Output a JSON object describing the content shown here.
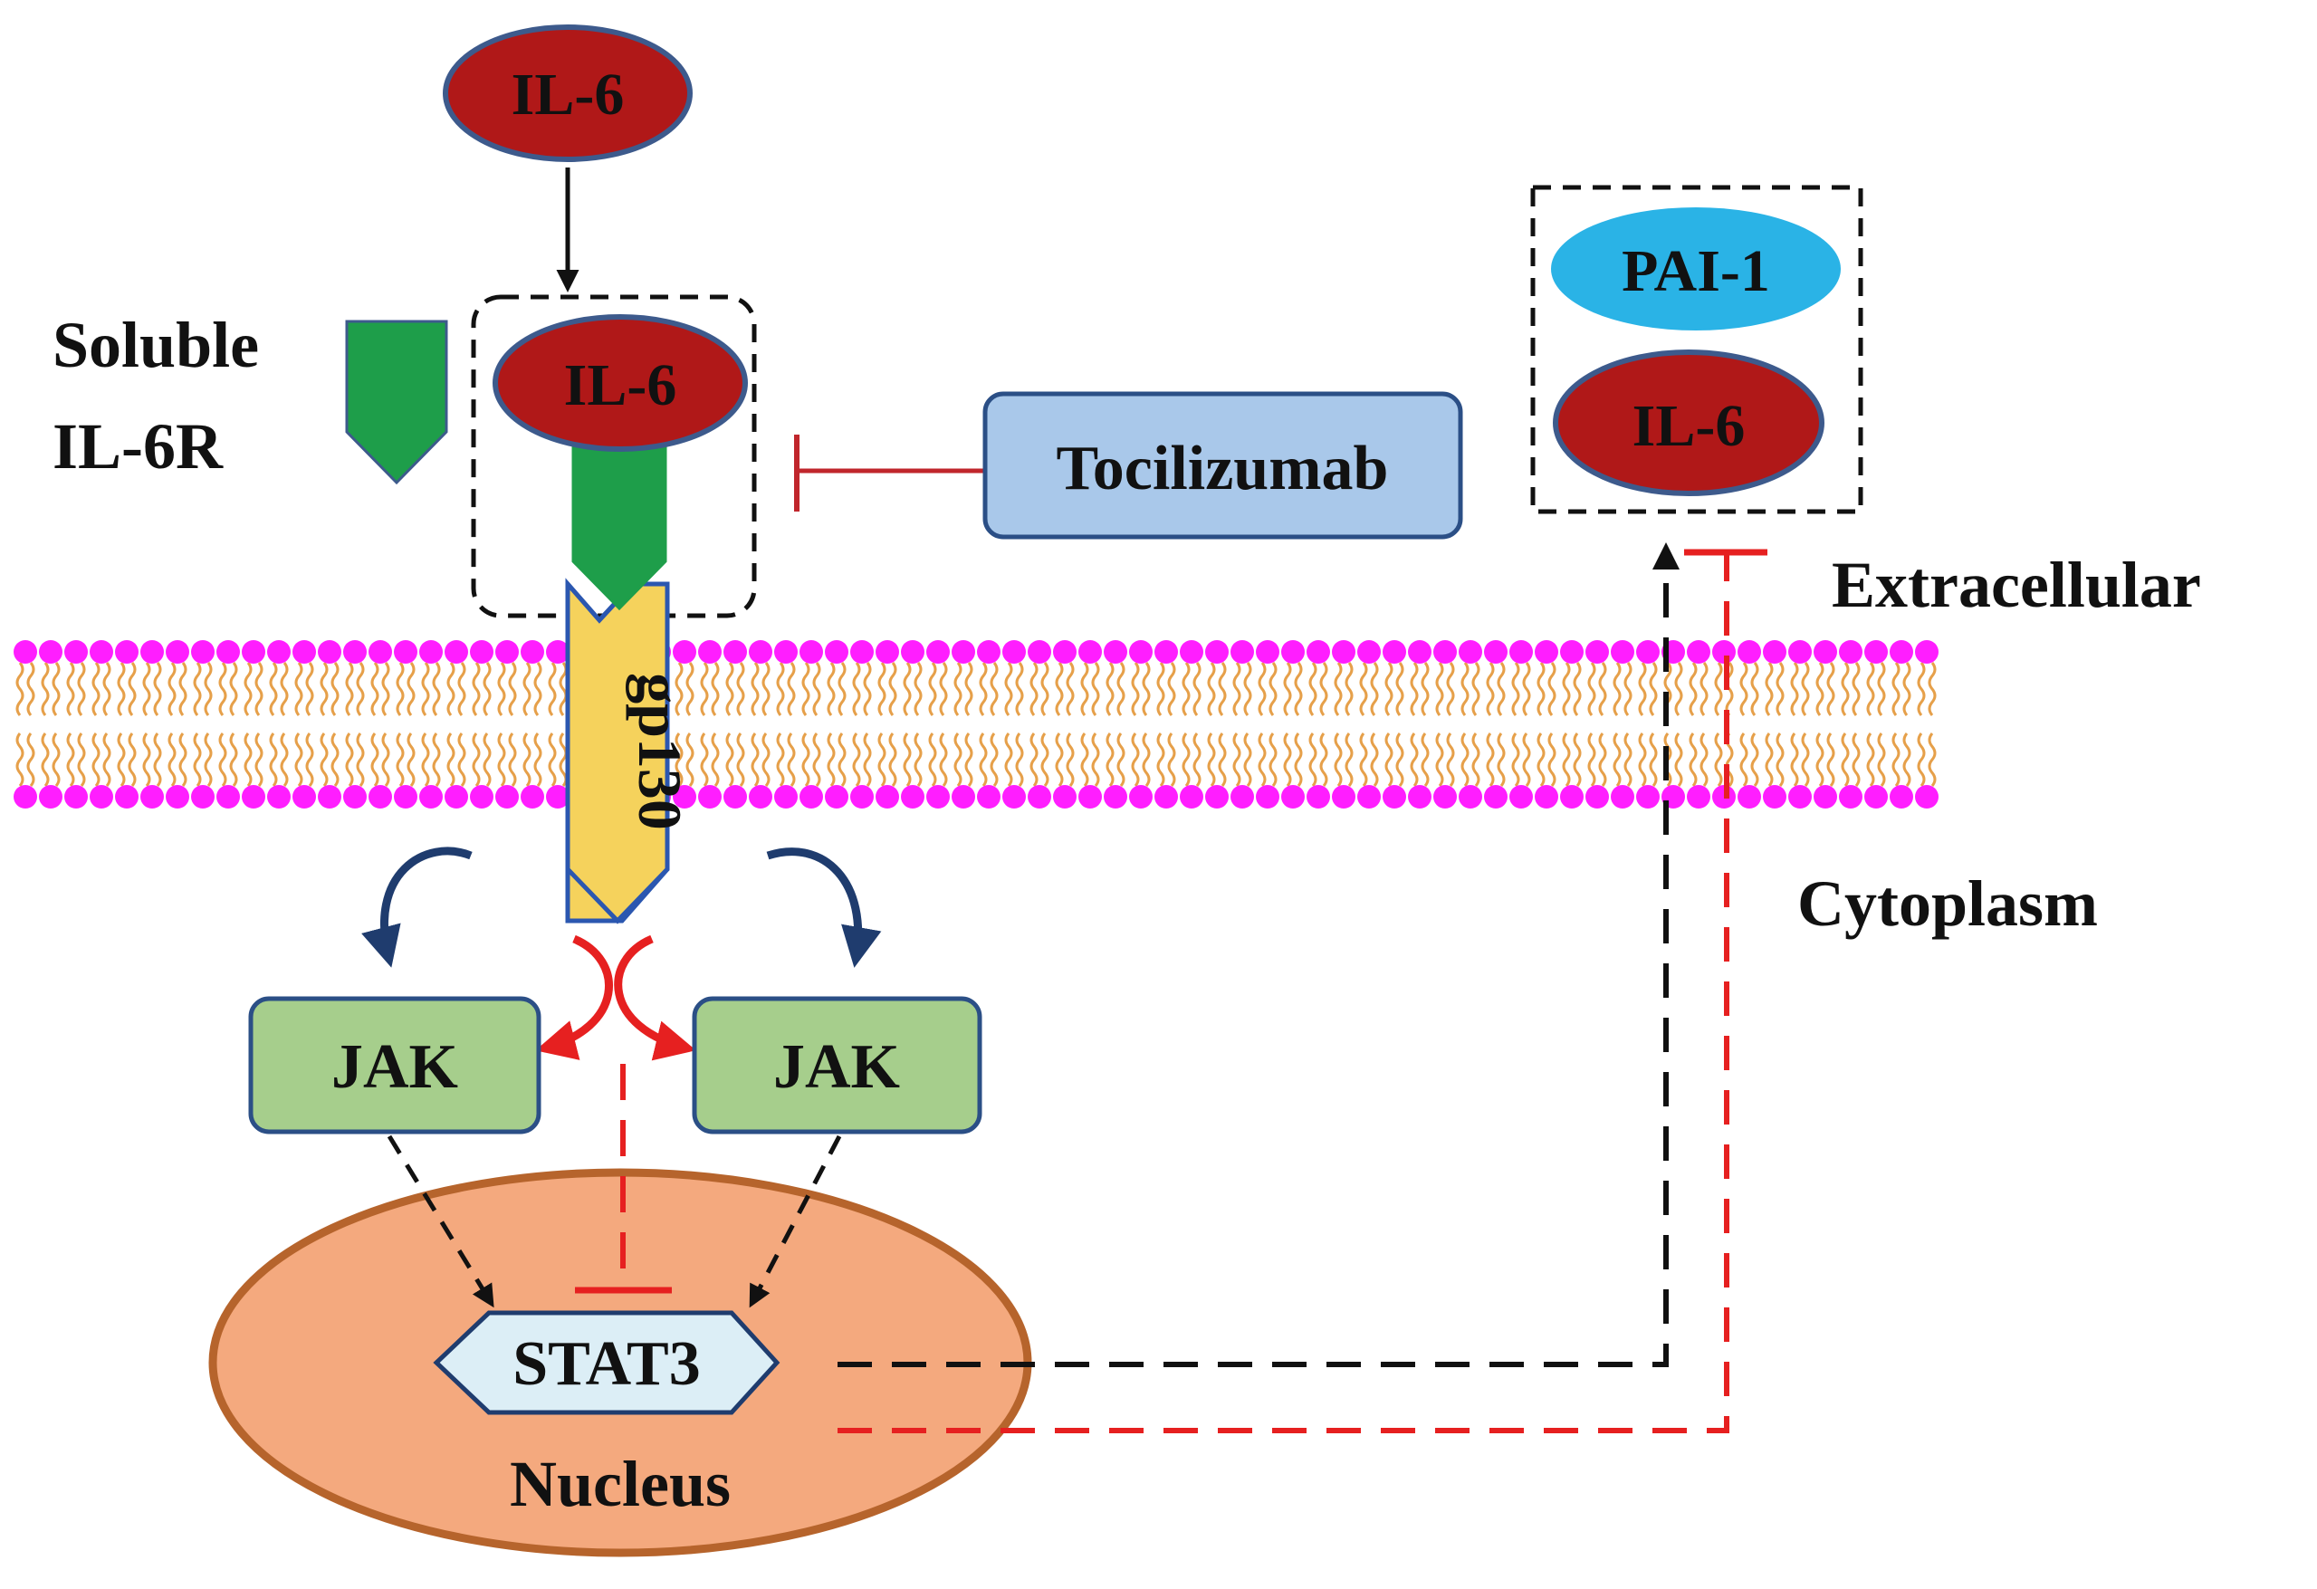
{
  "diagram": {
    "labels": {
      "il6_top": "IL-6",
      "il6_bound": "IL-6",
      "soluble_line1": "Soluble",
      "soluble_line2": "IL-6R",
      "tocilizumab": "Tocilizumab",
      "pai1": "PAI-1",
      "il6_secreted": "IL-6",
      "extracellular": "Extracellular",
      "cytoplasm": "Cytoplasm",
      "gp130": "gp130",
      "jak_left": "JAK",
      "jak_right": "JAK",
      "stat3": "STAT3",
      "nucleus": "Nucleus"
    },
    "colors": {
      "il6_fill": "#b01818",
      "il6_border": "#3d5a8c",
      "receptor_green": "#1e9e4a",
      "gp130_fill": "#f5d25c",
      "tocilizumab_fill": "#a9c8ea",
      "pai1_fill": "#2ab3e6",
      "jak_fill": "#a6ce8c",
      "nucleus_fill": "#f4a97e",
      "nucleus_border": "#b6642c",
      "membrane_head": "#ff1eff",
      "membrane_tail": "#e6a04a",
      "inhibit_red": "#e62020",
      "arrow_black": "#111111",
      "curve_arrow": "#1f3c6e"
    }
  }
}
